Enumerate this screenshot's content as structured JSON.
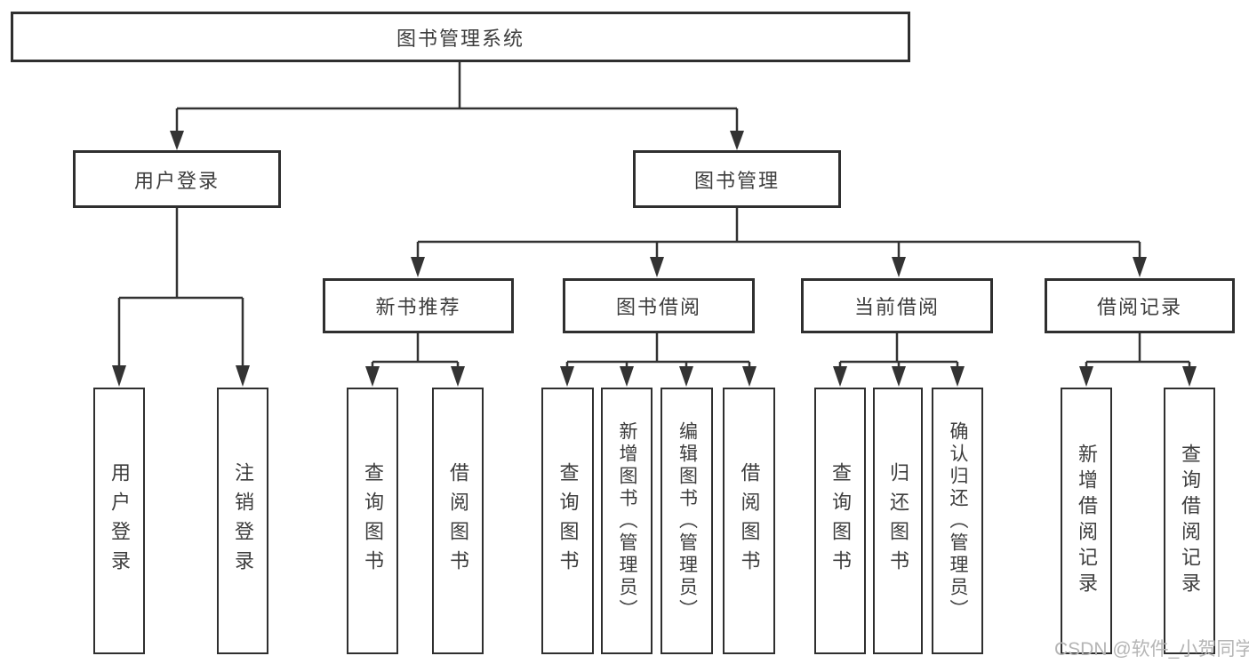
{
  "diagram": {
    "title": "图书管理系统",
    "root": {
      "label": "图书管理系统"
    },
    "level1": [
      {
        "label": "用户登录"
      },
      {
        "label": "图书管理"
      }
    ],
    "level2": [
      {
        "label": "新书推荐"
      },
      {
        "label": "图书借阅"
      },
      {
        "label": "当前借阅"
      },
      {
        "label": "借阅记录"
      }
    ],
    "leaves": {
      "user_login": [
        "用户登录",
        "注销登录"
      ],
      "new_books": [
        "查询图书",
        "借阅图书"
      ],
      "book_borrow": [
        "查询图书",
        "新增图书（管理员）",
        "编辑图书（管理员）",
        "借阅图书"
      ],
      "current_borrow": [
        "查询图书",
        "归还图书",
        "确认归还（管理员）"
      ],
      "borrow_records": [
        "新增借阅记录",
        "查询借阅记录"
      ]
    }
  },
  "watermark": "CSDN @软件_小贺同学",
  "colors": {
    "line": "#333333",
    "box_border": "#2f2f2f",
    "text": "#3d3d3d",
    "watermark": "#b5b5b5",
    "background": "#ffffff"
  }
}
